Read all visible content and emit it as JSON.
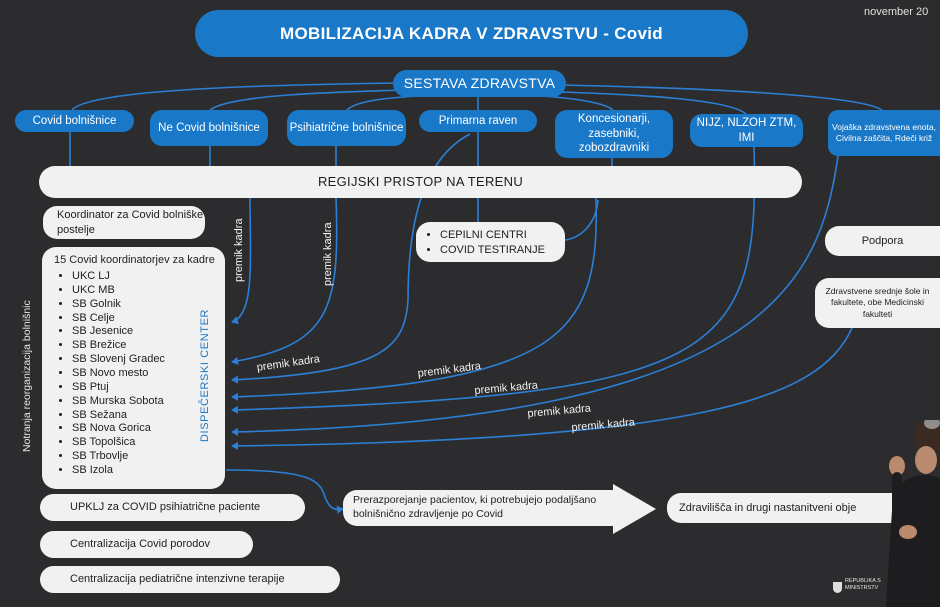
{
  "header": {
    "title": "MOBILIZACIJA KADRA V ZDRAVSTVU - Covid",
    "date": "november 20"
  },
  "sestava": "SESTAVA ZDRAVSTVA",
  "categories": [
    "Covid bolnišnice",
    "Ne Covid bolnišnice",
    "Psihiatrične bolnišnice",
    "Primarna raven",
    "Koncesionarji, zasebniki, zobozdravniki",
    "NIJZ, NLZOH ZTM, IMI",
    "Vojaška zdravstvena enota, Civilna zaščita, Rdeči križ"
  ],
  "regijski": "REGIJSKI PRISTOP NA TERENU",
  "koordinator": "Koordinator za Covid bolniške postelje",
  "coordinators": {
    "heading": "15 Covid koordinatorjev za kadre",
    "items": [
      "UKC LJ",
      "UKC MB",
      "SB Golnik",
      "SB Celje",
      "SB Jesenice",
      "SB Brežice",
      "SB Slovenj Gradec",
      "SB Novo mesto",
      "SB Ptuj",
      "SB Murska Sobota",
      "SB Sežana",
      "SB Nova Gorica",
      "SB Topolšica",
      "SB Trbovlje",
      "SB Izola"
    ]
  },
  "dispecerski": "DISPEČERSKI CENTER",
  "notranja": "Notranja reorganizacija bolnišnic",
  "cepilni": [
    "CEPILNI CENTRI",
    "COVID TESTIRANJE"
  ],
  "podpora": "Podpora",
  "sole": "Zdravstvene srednje šole in fakultete, obe Medicinski fakulteti",
  "arrow_label": "premik kadra",
  "bottom": [
    "UPKLJ za COVID psihiatrične paciente",
    "Centralizacija Covid porodov",
    "Centralizacija pediatrične intenzivne terapije"
  ],
  "prerazporejanje": "Prerazporejanje pacientov, ki potrebujejo podaljšano bolnišnično zdravljenje po Covid",
  "zdravilisca": "Zdravilišča in drugi nastanitveni obje",
  "corner": [
    "REPUBLIKA S",
    "MINISTRSTV"
  ],
  "colors": {
    "accent": "#1a78c8",
    "background": "#2c2c2e",
    "box": "#f1f1f1"
  }
}
